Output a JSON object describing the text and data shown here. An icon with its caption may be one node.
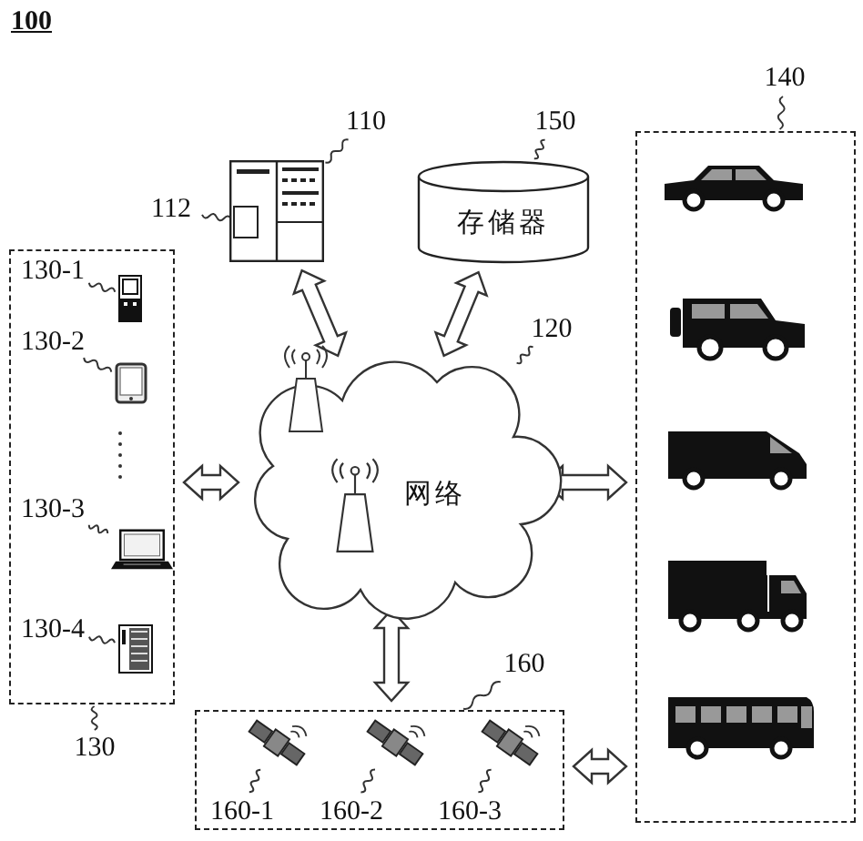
{
  "diagram": {
    "title": "100",
    "nodes": [
      {
        "text": [],
        "shape": "picture"
      },
      {
        "text": [
          "110"
        ]
      },
      {
        "text": [
          "112"
        ]
      },
      {
        "text": [],
        "shape": "box",
        "in": 0
      },
      {
        "text": [
          "存储器"
        ]
      },
      {
        "text": [
          "150"
        ]
      },
      {
        "text": [
          "网络"
        ]
      },
      {
        "text": [
          "120"
        ]
      },
      {
        "text": [],
        "shape": "box"
      },
      {
        "text": [
          "130"
        ]
      },
      {
        "text": [
          "130-1"
        ],
        "in": 8
      },
      {
        "text": [],
        "shape": "picture",
        "in": 8
      },
      {
        "text": [
          "130-2"
        ],
        "in": 8
      },
      {
        "text": [],
        "shape": "picture",
        "in": 8
      },
      {
        "text": [
          "130-3"
        ],
        "in": 8
      },
      {
        "text": [],
        "shape": "picture",
        "in": 8
      },
      {
        "text": [
          "130-4"
        ],
        "in": 8
      },
      {
        "text": [],
        "shape": "picture",
        "in": 8
      },
      {
        "text": [],
        "shape": "box"
      },
      {
        "text": [
          "140"
        ]
      },
      {
        "text": [],
        "shape": "picture",
        "in": 18
      },
      {
        "text": [],
        "shape": "picture",
        "in": 18
      },
      {
        "text": [],
        "shape": "picture",
        "in": 18
      },
      {
        "text": [],
        "shape": "picture",
        "in": 18
      },
      {
        "text": [],
        "shape": "picture",
        "in": 18
      },
      {
        "text": [],
        "shape": "box"
      },
      {
        "text": [
          "160"
        ]
      },
      {
        "text": [],
        "shape": "picture",
        "in": 25
      },
      {
        "text": [
          "160-1"
        ],
        "in": 25
      },
      {
        "text": [],
        "shape": "picture",
        "in": 25
      },
      {
        "text": [
          "160-2"
        ],
        "in": 25
      },
      {
        "text": [],
        "shape": "picture",
        "in": 25
      },
      {
        "text": [
          "160-3"
        ],
        "in": 25
      }
    ],
    "edges": [
      {
        "from": 0,
        "to": 6,
        "arrow": "both",
        "style": "thick"
      },
      {
        "from": 4,
        "to": 6,
        "arrow": "both",
        "style": "thick"
      },
      {
        "from": 8,
        "to": 6,
        "arrow": "both",
        "style": "thick"
      },
      {
        "from": 6,
        "to": 18,
        "arrow": "both",
        "style": "thick"
      },
      {
        "from": 6,
        "to": 25,
        "arrow": "both",
        "style": "thick"
      },
      {
        "from": 25,
        "to": 18,
        "arrow": "both",
        "style": "thick"
      },
      {
        "from": 1,
        "to": 0,
        "arrow": "none"
      },
      {
        "from": 2,
        "to": 3,
        "arrow": "none"
      },
      {
        "from": 5,
        "to": 4,
        "arrow": "none"
      },
      {
        "from": 7,
        "to": 6,
        "arrow": "none"
      },
      {
        "from": 9,
        "to": 8,
        "arrow": "none"
      },
      {
        "from": 10,
        "to": 11,
        "arrow": "none"
      },
      {
        "from": 12,
        "to": 13,
        "arrow": "none"
      },
      {
        "from": 14,
        "to": 15,
        "arrow": "none"
      },
      {
        "from": 16,
        "to": 17,
        "arrow": "none"
      },
      {
        "from": 19,
        "to": 18,
        "arrow": "none"
      },
      {
        "from": 26,
        "to": 25,
        "arrow": "none"
      },
      {
        "from": 28,
        "to": 27,
        "arrow": "none"
      },
      {
        "from": 30,
        "to": 29,
        "arrow": "none"
      },
      {
        "from": 32,
        "to": 31,
        "arrow": "none"
      }
    ]
  }
}
